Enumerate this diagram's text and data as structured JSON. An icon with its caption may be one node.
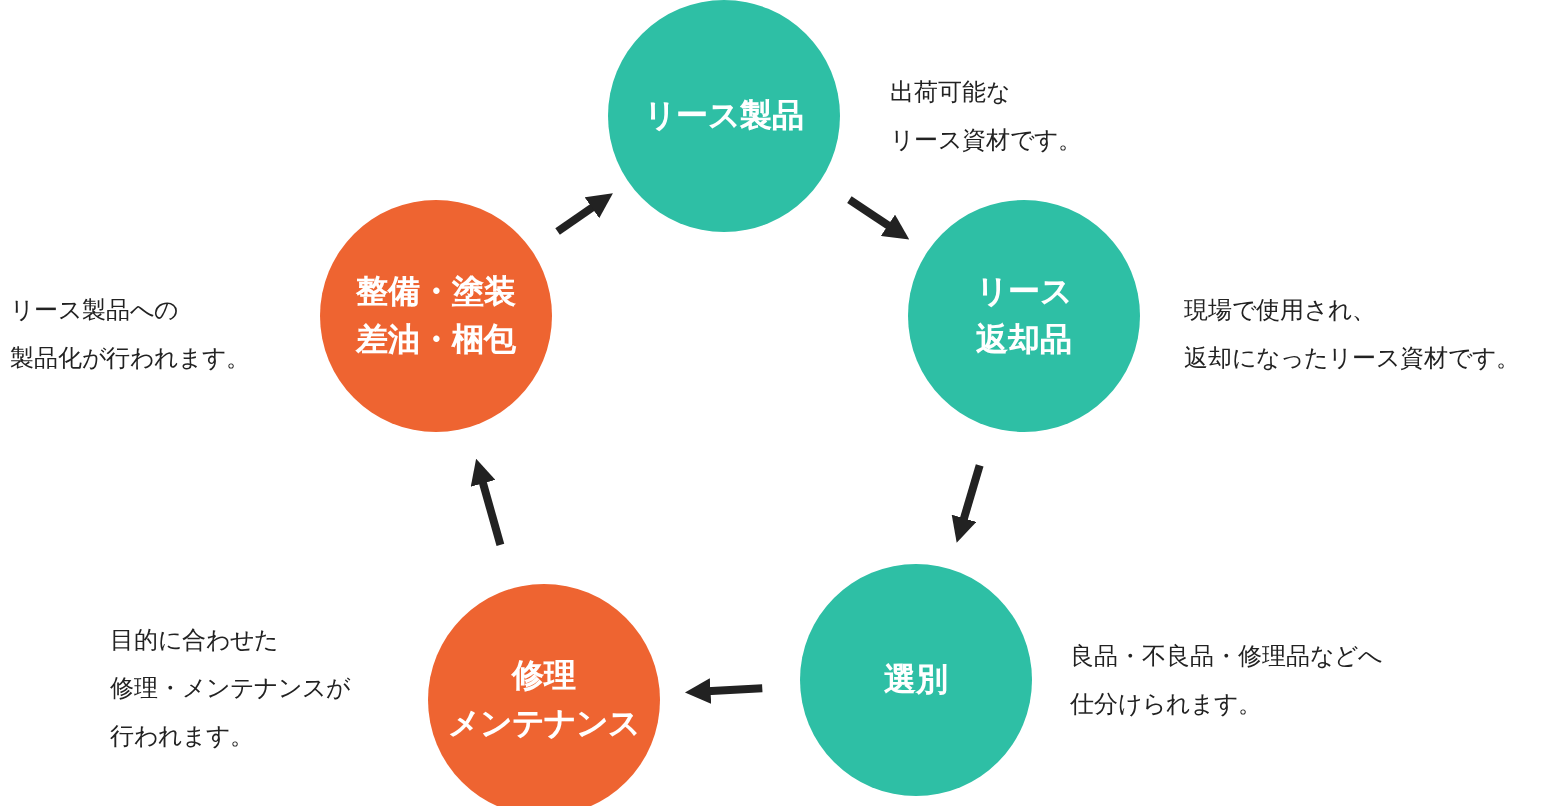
{
  "diagram": {
    "nodes": [
      {
        "text": [
          "リース製品"
        ],
        "beside": [
          "出荷可能なリース資材です。"
        ]
      },
      {
        "text": [
          "リース返却品"
        ],
        "beside": [
          "現場で使用され、返却になったリース資材です。"
        ]
      },
      {
        "text": [
          "選別"
        ],
        "beside": [
          "良品・不良品・修理品などへ仕分けられます。"
        ]
      },
      {
        "text": [
          "修理メンテナンス"
        ],
        "beside": [
          "目的に合わせた修理・メンテナンスが行われます。"
        ]
      },
      {
        "text": [
          "整備・塗装差油・梱包"
        ],
        "beside": [
          "リース製品への製品化が行われます。"
        ]
      }
    ],
    "edges": [
      {
        "from": 0,
        "to": 1,
        "arrow": "to"
      },
      {
        "from": 1,
        "to": 2,
        "arrow": "to"
      },
      {
        "from": 2,
        "to": 3,
        "arrow": "to"
      },
      {
        "from": 3,
        "to": 4,
        "arrow": "to"
      },
      {
        "from": 4,
        "to": 0,
        "arrow": "to"
      }
    ]
  }
}
